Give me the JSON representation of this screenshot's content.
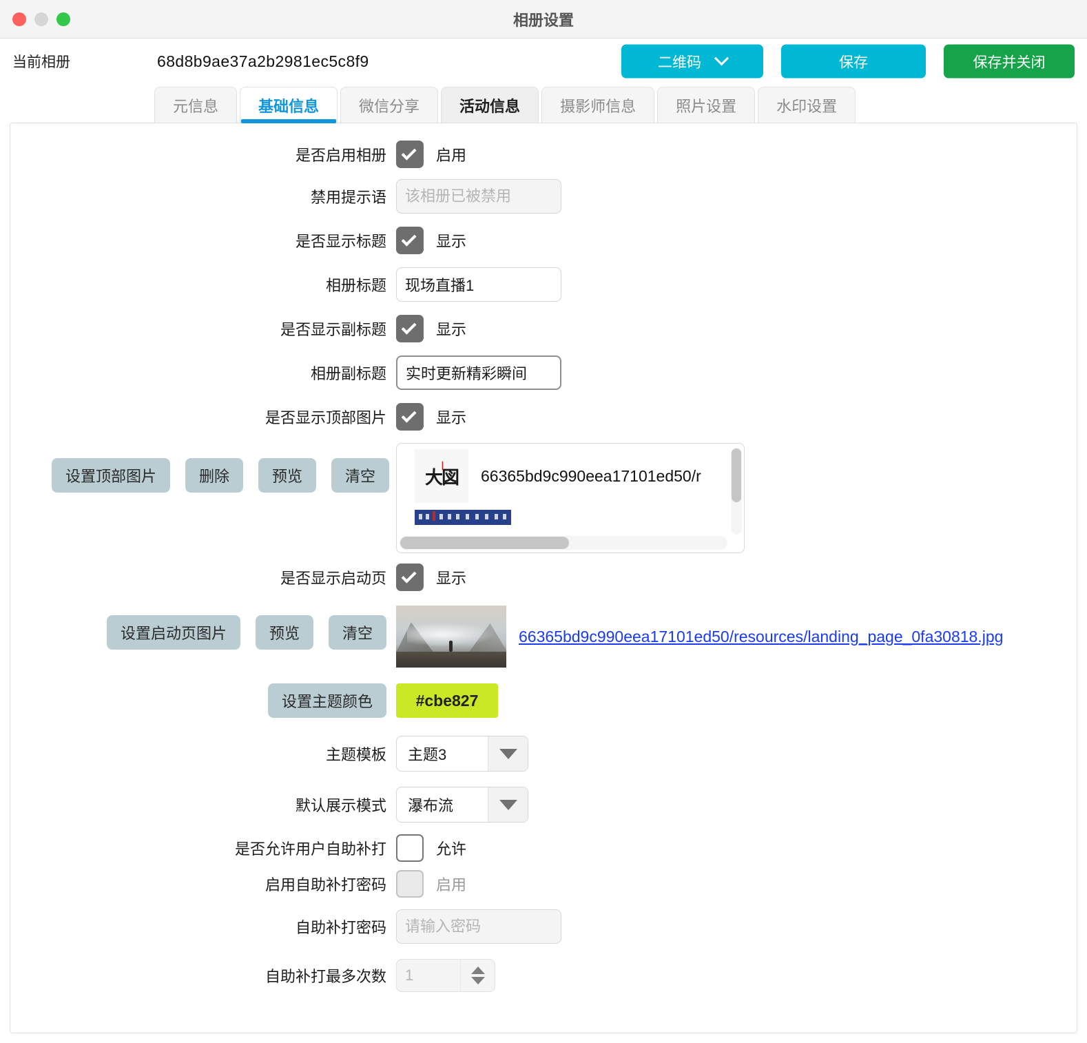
{
  "window": {
    "title": "相册设置",
    "traffic_lights": [
      "close",
      "minimize",
      "maximize"
    ]
  },
  "header": {
    "current_album_label": "当前相册",
    "album_id": "68d8b9ae37a2b2981ec5c8f9",
    "qr_button": "二维码",
    "save_button": "保存",
    "save_close_button": "保存并关闭",
    "colors": {
      "primary": "#00b8d4",
      "success": "#16a34a"
    }
  },
  "tabs": [
    {
      "label": "元信息",
      "state": "normal"
    },
    {
      "label": "基础信息",
      "state": "active"
    },
    {
      "label": "微信分享",
      "state": "normal"
    },
    {
      "label": "活动信息",
      "state": "strong"
    },
    {
      "label": "摄影师信息",
      "state": "normal"
    },
    {
      "label": "照片设置",
      "state": "normal"
    },
    {
      "label": "水印设置",
      "state": "normal"
    }
  ],
  "form": {
    "enable_album": {
      "label": "是否启用相册",
      "checkbox_text": "启用",
      "checked": true
    },
    "disabled_tip": {
      "label": "禁用提示语",
      "placeholder": "该相册已被禁用",
      "value": ""
    },
    "show_title": {
      "label": "是否显示标题",
      "checkbox_text": "显示",
      "checked": true
    },
    "album_title": {
      "label": "相册标题",
      "value": "现场直播1"
    },
    "show_subtitle": {
      "label": "是否显示副标题",
      "checkbox_text": "显示",
      "checked": true
    },
    "album_subtitle": {
      "label": "相册副标题",
      "value": "实时更新精彩瞬间"
    },
    "show_top_image": {
      "label": "是否显示顶部图片",
      "checkbox_text": "显示",
      "checked": true
    },
    "top_image_buttons": [
      "设置顶部图片",
      "删除",
      "预览",
      "清空"
    ],
    "top_image_list": [
      {
        "text": "66365bd9c990eea17101ed50/r",
        "thumb": "calligraphy-thumb"
      },
      {
        "text": "",
        "thumb": "blue-banner-thumb"
      }
    ],
    "show_landing": {
      "label": "是否显示启动页",
      "checkbox_text": "显示",
      "checked": true
    },
    "landing_buttons": [
      "设置启动页图片",
      "预览",
      "清空"
    ],
    "landing_link": "66365bd9c990eea17101ed50/resources/landing_page_0fa30818.jpg",
    "theme_color": {
      "button": "设置主题颜色",
      "value": "#cbe827"
    },
    "theme_template": {
      "label": "主题模板",
      "value": "主题3"
    },
    "display_mode": {
      "label": "默认展示模式",
      "value": "瀑布流"
    },
    "allow_reprint": {
      "label": "是否允许用户自助补打",
      "checkbox_text": "允许",
      "checked": false
    },
    "enable_reprint_password": {
      "label": "启用自助补打密码",
      "checkbox_text": "启用",
      "checked": false,
      "disabled": true
    },
    "reprint_password": {
      "label": "自助补打密码",
      "placeholder": "请输入密码",
      "value": "",
      "disabled": true
    },
    "reprint_max_count": {
      "label": "自助补打最多次数",
      "value": "1",
      "disabled": true
    }
  }
}
